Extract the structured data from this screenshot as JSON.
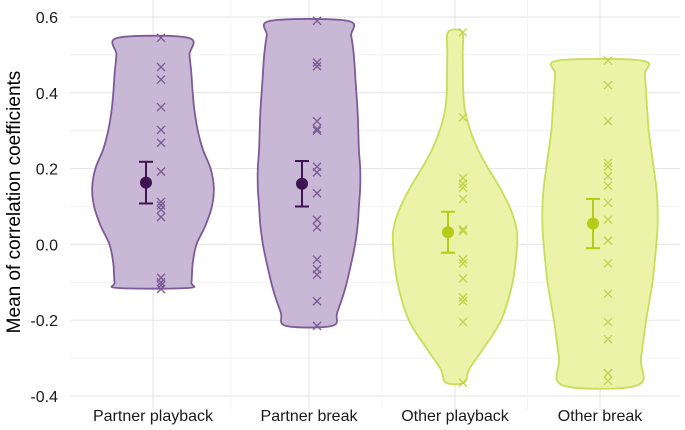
{
  "chart_data": {
    "type": "violin",
    "title": "",
    "xlabel": "",
    "ylabel": "Mean of correlation coefficients",
    "ylim": [
      -0.4,
      0.6
    ],
    "yticks": [
      "-0.4",
      "-0.2",
      "0.0",
      "0.2",
      "0.4",
      "0.6"
    ],
    "categories": [
      "Partner playback",
      "Partner break",
      "Other playback",
      "Other break"
    ],
    "grid": true,
    "colors": {
      "partner_fill": "#c9b7d6",
      "partner_stroke": "#7f5a98",
      "partner_point": "#3d1451",
      "partner_cross": "#7a5a92",
      "other_fill": "#eaf3a8",
      "other_stroke": "#c8dd5a",
      "other_point": "#b6cc1a",
      "other_cross": "#bfd54a"
    },
    "series": [
      {
        "category": "Partner playback",
        "group": "partner",
        "mean": 0.163,
        "ci": [
          0.108,
          0.218
        ],
        "points": [
          0.545,
          0.468,
          0.435,
          0.362,
          0.302,
          0.268,
          0.192,
          0.112,
          0.103,
          0.092,
          0.072,
          -0.088,
          -0.1,
          -0.108,
          -0.118
        ],
        "violin": [
          [
            -0.115,
            0.55
          ],
          [
            -0.1,
            0.6
          ],
          [
            -0.05,
            0.62
          ],
          [
            0.0,
            0.68
          ],
          [
            0.05,
            0.82
          ],
          [
            0.1,
            0.92
          ],
          [
            0.15,
            0.95
          ],
          [
            0.2,
            0.9
          ],
          [
            0.25,
            0.78
          ],
          [
            0.3,
            0.7
          ],
          [
            0.35,
            0.65
          ],
          [
            0.4,
            0.62
          ],
          [
            0.45,
            0.6
          ],
          [
            0.5,
            0.57
          ],
          [
            0.545,
            0.55
          ]
        ]
      },
      {
        "category": "Partner break",
        "group": "partner",
        "mean": 0.16,
        "ci": [
          0.1,
          0.22
        ],
        "points": [
          0.59,
          0.48,
          0.47,
          0.325,
          0.305,
          0.3,
          0.205,
          0.19,
          0.135,
          0.065,
          0.045,
          -0.04,
          -0.065,
          -0.08,
          -0.15,
          -0.215
        ],
        "violin": [
          [
            -0.215,
            0.36
          ],
          [
            -0.18,
            0.44
          ],
          [
            -0.12,
            0.56
          ],
          [
            -0.05,
            0.66
          ],
          [
            0.0,
            0.72
          ],
          [
            0.05,
            0.76
          ],
          [
            0.1,
            0.78
          ],
          [
            0.15,
            0.8
          ],
          [
            0.2,
            0.8
          ],
          [
            0.25,
            0.78
          ],
          [
            0.3,
            0.77
          ],
          [
            0.35,
            0.76
          ],
          [
            0.4,
            0.74
          ],
          [
            0.45,
            0.72
          ],
          [
            0.5,
            0.7
          ],
          [
            0.55,
            0.66
          ],
          [
            0.59,
            0.6
          ]
        ]
      },
      {
        "category": "Other playback",
        "group": "other",
        "mean": 0.032,
        "ci": [
          -0.022,
          0.086
        ],
        "points": [
          0.56,
          0.335,
          0.175,
          0.16,
          0.15,
          0.12,
          0.04,
          0.035,
          -0.04,
          -0.05,
          -0.09,
          -0.14,
          -0.15,
          -0.205,
          -0.365
        ],
        "violin": [
          [
            -0.365,
            0.14
          ],
          [
            -0.33,
            0.22
          ],
          [
            -0.28,
            0.42
          ],
          [
            -0.2,
            0.72
          ],
          [
            -0.1,
            0.9
          ],
          [
            0.0,
            0.97
          ],
          [
            0.05,
            0.95
          ],
          [
            0.1,
            0.85
          ],
          [
            0.15,
            0.7
          ],
          [
            0.2,
            0.52
          ],
          [
            0.25,
            0.36
          ],
          [
            0.3,
            0.24
          ],
          [
            0.35,
            0.16
          ],
          [
            0.4,
            0.13
          ],
          [
            0.5,
            0.12
          ],
          [
            0.56,
            0.11
          ]
        ]
      },
      {
        "category": "Other break",
        "group": "other",
        "mean": 0.055,
        "ci": [
          -0.01,
          0.12
        ],
        "points": [
          0.485,
          0.42,
          0.325,
          0.215,
          0.205,
          0.18,
          0.155,
          0.11,
          0.065,
          0.01,
          -0.05,
          -0.13,
          -0.205,
          -0.25,
          -0.34,
          -0.36
        ],
        "violin": [
          [
            -0.372,
            0.58
          ],
          [
            -0.3,
            0.64
          ],
          [
            -0.2,
            0.72
          ],
          [
            -0.1,
            0.82
          ],
          [
            0.0,
            0.88
          ],
          [
            0.05,
            0.9
          ],
          [
            0.1,
            0.9
          ],
          [
            0.15,
            0.88
          ],
          [
            0.2,
            0.84
          ],
          [
            0.25,
            0.8
          ],
          [
            0.3,
            0.76
          ],
          [
            0.35,
            0.74
          ],
          [
            0.4,
            0.72
          ],
          [
            0.45,
            0.7
          ],
          [
            0.485,
            0.66
          ]
        ]
      }
    ]
  }
}
